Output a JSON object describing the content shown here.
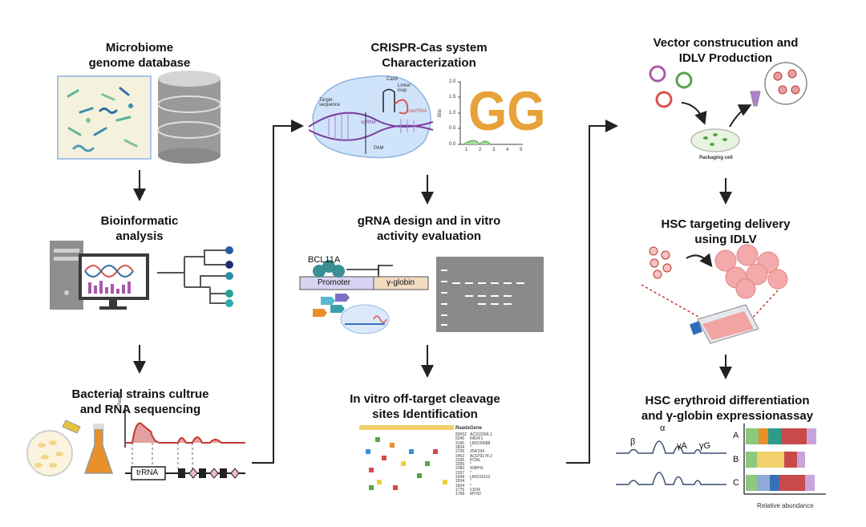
{
  "column1": {
    "step1_title": "Microbiome\ngenome database",
    "step2_title": "Bioinformatic\nanalysis",
    "step3_title": "Bacterial strains cultrue\nand RNA sequencing",
    "reads_label": "Reads",
    "trrna_label": "trRNA"
  },
  "column2": {
    "step1_title": "CRISPR-Cas system\nCharacterization",
    "step2_title": "gRNA design and in vitro\nactivity evaluation",
    "step3_title": "In vitro off-target cleavage\nsites Identification",
    "cas9_label": "Cas9",
    "linker_label": "Linker\nloop",
    "target_label": "Target\nsequence",
    "sgrna_label": "sgRNA",
    "tracrrna_label": "tracrRNA",
    "pam_label": "PAM",
    "bits_label": "Bits",
    "logo_letters": "GG",
    "logo_yticks": [
      "2.0",
      "1.5",
      "1.0",
      "0.5",
      "0.0"
    ],
    "logo_xticks": [
      "1",
      "2",
      "3",
      "4",
      "5"
    ],
    "bcl11a_label": "BCL11A",
    "promoter_label": "Promoter",
    "globin_label": "γ-globin",
    "table_header_reads": "Reads",
    "table_header_gene": "Gene",
    "table_rows": [
      [
        "82652",
        "AC012366.1"
      ],
      [
        "5245",
        "NRXF1"
      ],
      [
        "3195",
        "LINC00688"
      ],
      [
        "2834",
        "*"
      ],
      [
        "2736",
        "ZNF234"
      ],
      [
        "2453",
        "AC079174.2"
      ],
      [
        "2335",
        "PCNL"
      ],
      [
        "2295",
        "*"
      ],
      [
        "2280",
        "SNPH1"
      ],
      [
        "2157",
        "*"
      ],
      [
        "2049",
        "LINC01612"
      ],
      [
        "2034",
        "*"
      ],
      [
        "1834",
        "*"
      ],
      [
        "1776",
        "CD24"
      ],
      [
        "1768",
        "MYH2"
      ]
    ]
  },
  "column3": {
    "step1_title": "Vector construcution and\nIDLV Production",
    "step2_title": "HSC targeting delivery\nusing IDLV",
    "step3_title": "HSC erythroid differentiation\nand γ-globin expressionassay",
    "packaging_label": "Packaging cell",
    "peak_labels": [
      "β",
      "α",
      "γA",
      "γG"
    ],
    "bar_rows": [
      "A",
      "B",
      "C"
    ],
    "relative_label": "Relative abundance"
  },
  "colors": {
    "arrow": "#222222",
    "purple_dna": "#7b3f9e",
    "cell_pink": "#f2a7a7",
    "red_virus": "#c0392b",
    "green": "#5aa34a",
    "orange": "#e8902a"
  },
  "bar_chart": {
    "rows": [
      {
        "label": "A",
        "segments": [
          [
            "#8cc97e",
            0.16
          ],
          [
            "#e8902a",
            0.12
          ],
          [
            "#2f9c8a",
            0.16
          ],
          [
            "#c84a4a",
            0.32
          ],
          [
            "#c9a4dc",
            0.12
          ]
        ]
      },
      {
        "label": "B",
        "segments": [
          [
            "#8cc97e",
            0.14
          ],
          [
            "#f2d06b",
            0.34
          ],
          [
            "#c84a4a",
            0.16
          ],
          [
            "#c9a4dc",
            0.1
          ]
        ]
      },
      {
        "label": "C",
        "segments": [
          [
            "#8cc97e",
            0.14
          ],
          [
            "#8fa9d8",
            0.16
          ],
          [
            "#3a6fb8",
            0.12
          ],
          [
            "#c84a4a",
            0.32
          ],
          [
            "#c9a4dc",
            0.12
          ]
        ]
      }
    ]
  }
}
